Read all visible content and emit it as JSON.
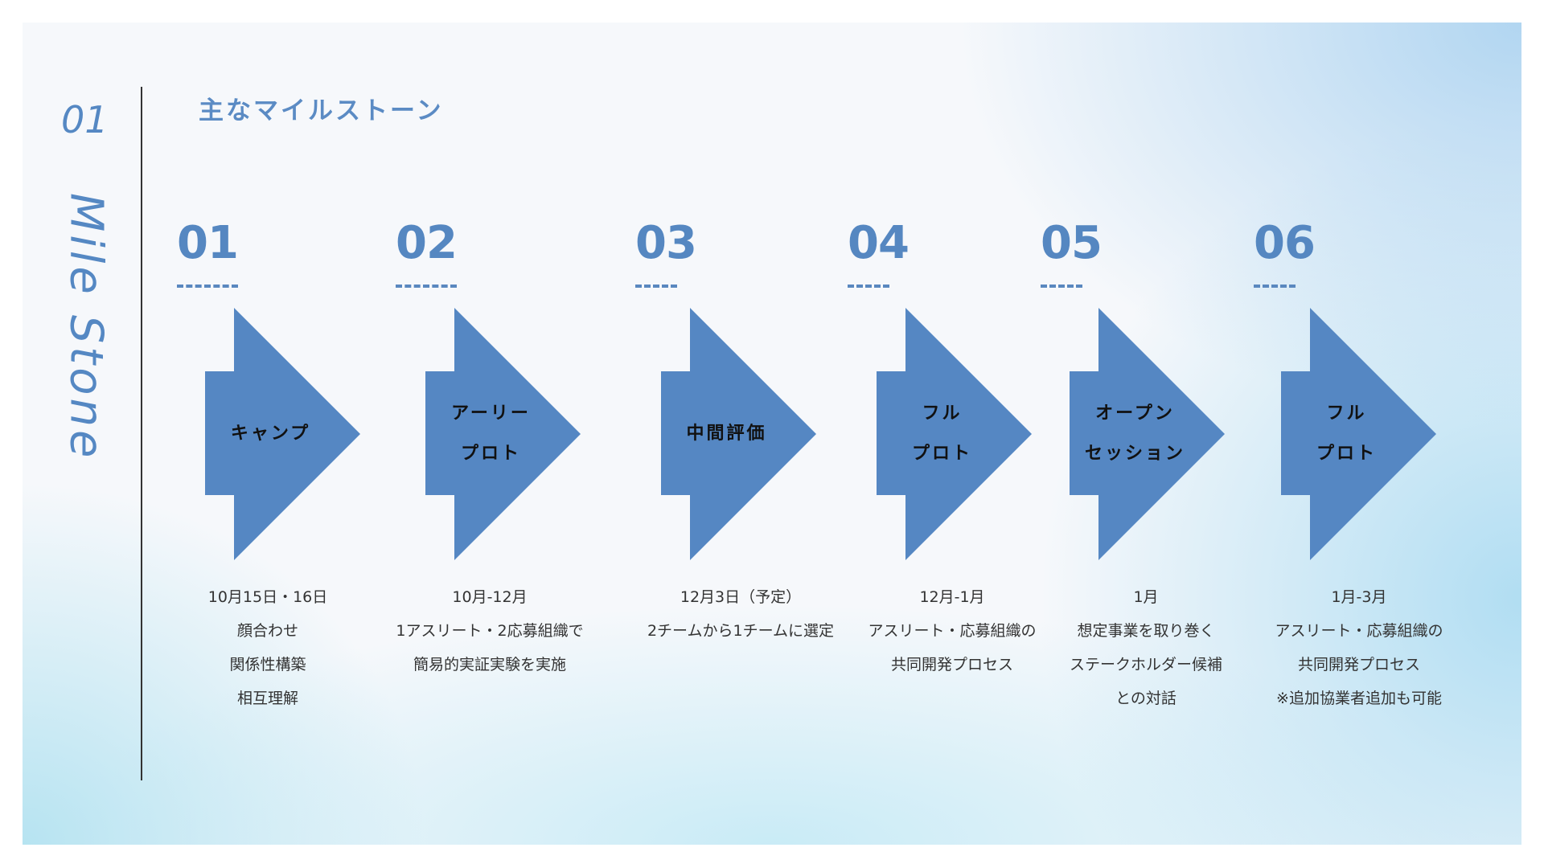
{
  "section_number": "01",
  "side_title": "Mile Stone",
  "title": "主なマイルストーン",
  "accent_color": "#5587c1",
  "milestones": [
    {
      "number": "01",
      "label": [
        "キャンプ"
      ],
      "desc": [
        "10月15日・16日",
        "顔合わせ",
        "関係性構築",
        "相互理解"
      ]
    },
    {
      "number": "02",
      "label": [
        "アーリー",
        "プロト"
      ],
      "desc": [
        "10月-12月",
        "1アスリート・2応募組織で",
        "簡易的実証実験を実施"
      ]
    },
    {
      "number": "03",
      "label": [
        "中間評価"
      ],
      "desc": [
        "12月3日（予定）",
        "2チームから1チームに選定"
      ]
    },
    {
      "number": "04",
      "label": [
        "フル",
        "プロト"
      ],
      "desc": [
        "12月-1月",
        "アスリート・応募組織の",
        "共同開発プロセス"
      ]
    },
    {
      "number": "05",
      "label": [
        "オープン",
        "セッション"
      ],
      "desc": [
        "1月",
        "想定事業を取り巻く",
        "ステークホルダー候補",
        "との対話"
      ]
    },
    {
      "number": "06",
      "label": [
        "フル",
        "プロト"
      ],
      "desc": [
        "1月-3月",
        "アスリート・応募組織の",
        "共同開発プロセス",
        "※追加協業者追加も可能"
      ]
    }
  ]
}
